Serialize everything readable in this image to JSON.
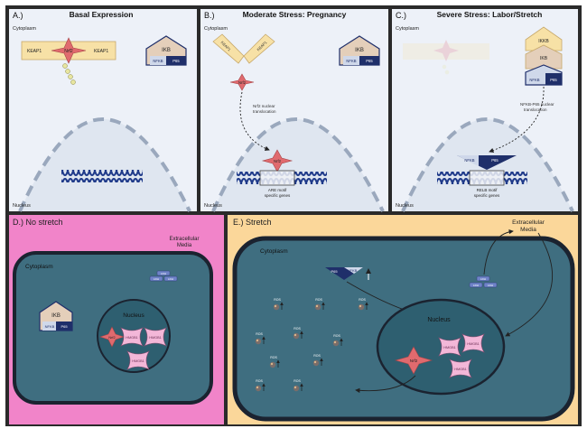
{
  "panel_a": {
    "label": "A.)",
    "title": "Basal Expression",
    "cytoplasm": "Cytoplasm",
    "nucleus": "Nucleus",
    "keap1_left": "KEAP1",
    "keap1_right": "KEAP1",
    "nrf2": "Nrf2",
    "ikb": "IKB",
    "nfkb": "NFKB",
    "p65": "P65"
  },
  "panel_b": {
    "label": "B.)",
    "title": "Moderate Stress: Pregnancy",
    "cytoplasm": "Cytoplasm",
    "nucleus": "Nucleus",
    "keap1_left": "KEAP1",
    "keap1_right": "KEAP1",
    "nrf2": "Nrf2",
    "nrf2_nuclear": "Nrf2",
    "translocation": [
      "Nrf2 nuclear",
      "translocation"
    ],
    "genes": [
      "ARE motif",
      "specific genes"
    ],
    "ikb": "IKB",
    "nfkb": "NFKB",
    "p65": "P65"
  },
  "panel_c": {
    "label": "C.)",
    "title": "Severe Stress: Labor/Stretch",
    "cytoplasm": "Cytoplasm",
    "nucleus": "Nucleus",
    "ikkb": "IKKB",
    "ikb": "IKB",
    "nfkb": "NFKB",
    "p65": "P65",
    "nfkb_nuclear": "NFKB",
    "p65_nuclear": "P65",
    "translocation": [
      "NFKB-P65 nuclear",
      "translocation"
    ],
    "genes": [
      "RELB motif",
      "specific genes"
    ]
  },
  "panel_d": {
    "label": "D.) No stretch",
    "extracellular": [
      "Extracellular",
      "Media"
    ],
    "cytoplasm": "Cytoplasm",
    "nucleus": "Nucleus",
    "ikb": "IKB",
    "nfkb": "NFKB",
    "p65": "P65",
    "ldh": [
      "LDH",
      "LDH",
      "LDH"
    ],
    "nrf2": "Nrf2",
    "hmgb1": [
      "HMGB1",
      "HMGB1",
      "HMGB1"
    ]
  },
  "panel_e": {
    "label": "E.) Stretch",
    "extracellular": [
      "Extracellular",
      "Media"
    ],
    "cytoplasm": "Cytoplasm",
    "nucleus": "Nucleus",
    "p65": "P65",
    "nfkb": "NFKB",
    "ldh": [
      "LDH",
      "LDH",
      "LDH"
    ],
    "nrf2": "Nrf2",
    "hmgb1": [
      "HMGB1",
      "HMGB1",
      "HMGB1"
    ],
    "ros": [
      "ROS",
      "ROS",
      "ROS",
      "ROS",
      "ROS",
      "ROS",
      "ROS",
      "ROS",
      "ROS",
      "ROS"
    ]
  },
  "colors": {
    "cell_fill": "#3f6e80",
    "cell_border": "#1b2330",
    "nucleus_fill": "#2e5f70",
    "panel_d_bg": "#f184c9",
    "panel_e_bg": "#fbd79a",
    "top_bg": "#edf1f8",
    "nrf2": "#e06a6e",
    "keap1": "#f7e1a6",
    "ikb": "#e4cfba",
    "nfkb": "#1f2f6a",
    "hmgb1": "#f3b7d8",
    "dna": "#1f3a8a"
  }
}
